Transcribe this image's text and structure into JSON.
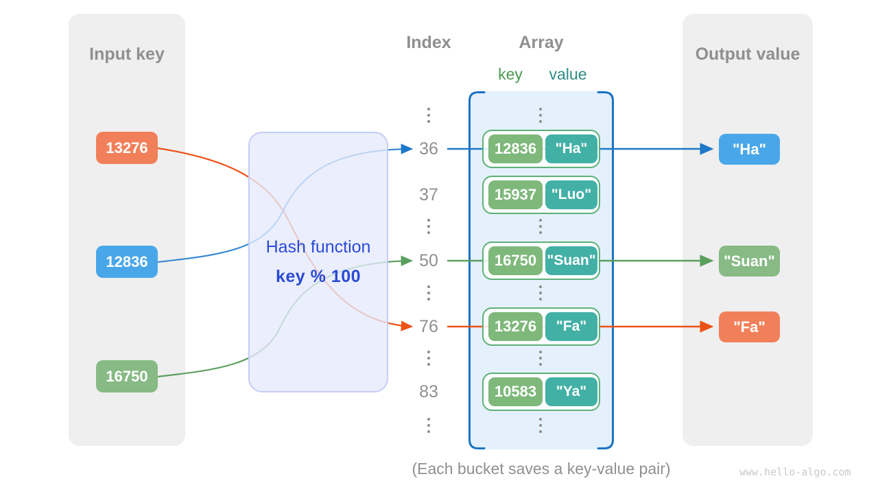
{
  "panels": {
    "input": {
      "title": "Input key",
      "items": [
        {
          "label": "13276",
          "color": "#f1805a"
        },
        {
          "label": "12836",
          "color": "#49a7e9"
        },
        {
          "label": "16750",
          "color": "#87ba85"
        }
      ]
    },
    "hash": {
      "title": "Hash function",
      "formula": "key % 100"
    },
    "index": {
      "title": "Index",
      "values": [
        "36",
        "37",
        "50",
        "76",
        "83"
      ]
    },
    "array": {
      "title": "Array",
      "key_header": "key",
      "value_header": "value",
      "buckets": [
        {
          "key": "12836",
          "value": "\"Ha\""
        },
        {
          "key": "15937",
          "value": "\"Luo\""
        },
        {
          "key": "16750",
          "value": "\"Suan\""
        },
        {
          "key": "13276",
          "value": "\"Fa\""
        },
        {
          "key": "10583",
          "value": "\"Ya\""
        }
      ]
    },
    "output": {
      "title": "Output value",
      "items": [
        {
          "label": "\"Ha\"",
          "color": "#49a7e9"
        },
        {
          "label": "\"Suan\"",
          "color": "#87ba85"
        },
        {
          "label": "\"Fa\"",
          "color": "#f1805a"
        }
      ]
    }
  },
  "flows": [
    {
      "input": "13276",
      "index": "76",
      "output": "\"Fa\"",
      "color": "#ec5217"
    },
    {
      "input": "12836",
      "index": "36",
      "output": "\"Ha\"",
      "color": "#1e78c8"
    },
    {
      "input": "16750",
      "index": "50",
      "output": "\"Suan\"",
      "color": "#5a9f5e"
    }
  ],
  "caption": "(Each bucket saves a key-value pair)",
  "watermark": "www.hello-algo.com",
  "colors": {
    "panel_bg": "#efefef",
    "titles": "#8f8f8f",
    "hash_box_bg": "#e6ebfc",
    "hash_box_border": "#c4cdf6",
    "hash_text": "#2b4ad5",
    "array_bg": "#e4f1fc",
    "array_bracket": "#1a73c4",
    "bucket_border": "#5db077",
    "bucket_key_bg": "#7eb87a",
    "bucket_value_bg": "#43b0a6",
    "key_header": "#4a9a4e",
    "value_header": "#2e8b85",
    "watermark": "#c9c9c9"
  }
}
